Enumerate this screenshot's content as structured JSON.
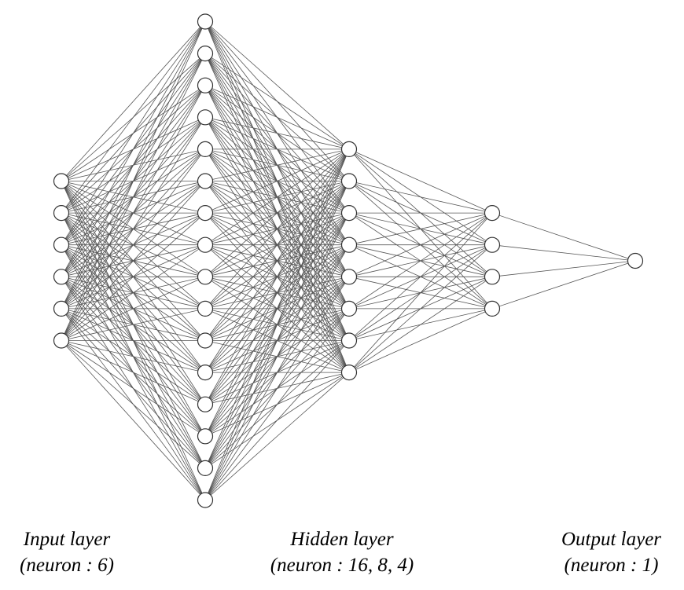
{
  "diagram": {
    "type": "neural-network",
    "layers": [
      {
        "role": "input",
        "neurons": 6
      },
      {
        "role": "hidden",
        "neurons": 16
      },
      {
        "role": "hidden",
        "neurons": 8
      },
      {
        "role": "hidden",
        "neurons": 4
      },
      {
        "role": "output",
        "neurons": 1
      }
    ],
    "connection": "fully-connected"
  },
  "labels": {
    "input": {
      "title": "Input layer",
      "detail": "(neuron : 6)"
    },
    "hidden": {
      "title": "Hidden layer",
      "detail": "(neuron : 16, 8, 4)"
    },
    "output": {
      "title": "Output layer",
      "detail": "(neuron : 1)"
    }
  },
  "colors": {
    "edge": "#555555",
    "node_stroke": "#333333",
    "node_fill": "#ffffff"
  }
}
